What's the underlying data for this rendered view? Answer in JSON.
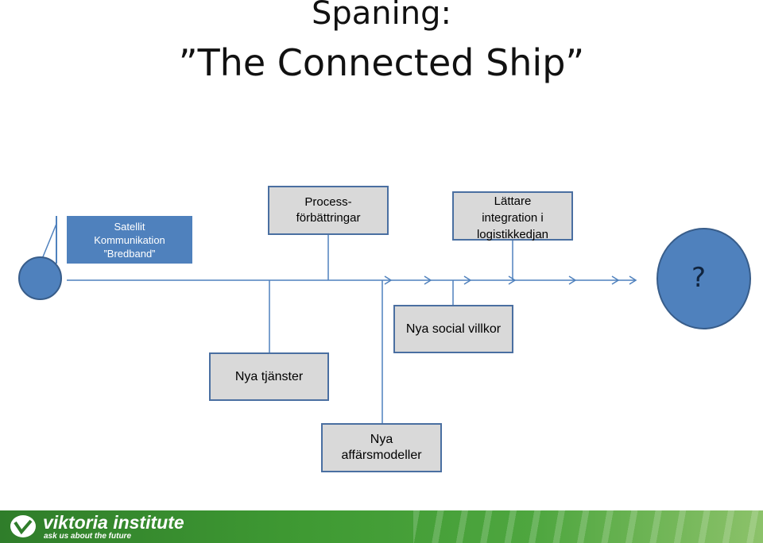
{
  "title": {
    "line1": "Spaning:",
    "line2": "”The Connected Ship”"
  },
  "boxes": {
    "satellit": [
      "Satellit",
      "Kommunikation",
      "”Bredband”"
    ],
    "process": [
      "Process-",
      "förbättringar"
    ],
    "lattare": [
      "Lättare",
      "integration i",
      "logistikkedjan"
    ],
    "social": "Nya social villkor",
    "tjanster": "Nya tjänster",
    "affar": [
      "Nya",
      "affärsmodeller"
    ]
  },
  "question": "?",
  "footer": {
    "brand": "viktoria institute",
    "tagline": "ask us about the future"
  },
  "colors": {
    "box_blue": "#4f81bd",
    "box_grey": "#d9d9d9",
    "line_blue": "#4f81bd",
    "footer_green": "#3f9a33"
  }
}
